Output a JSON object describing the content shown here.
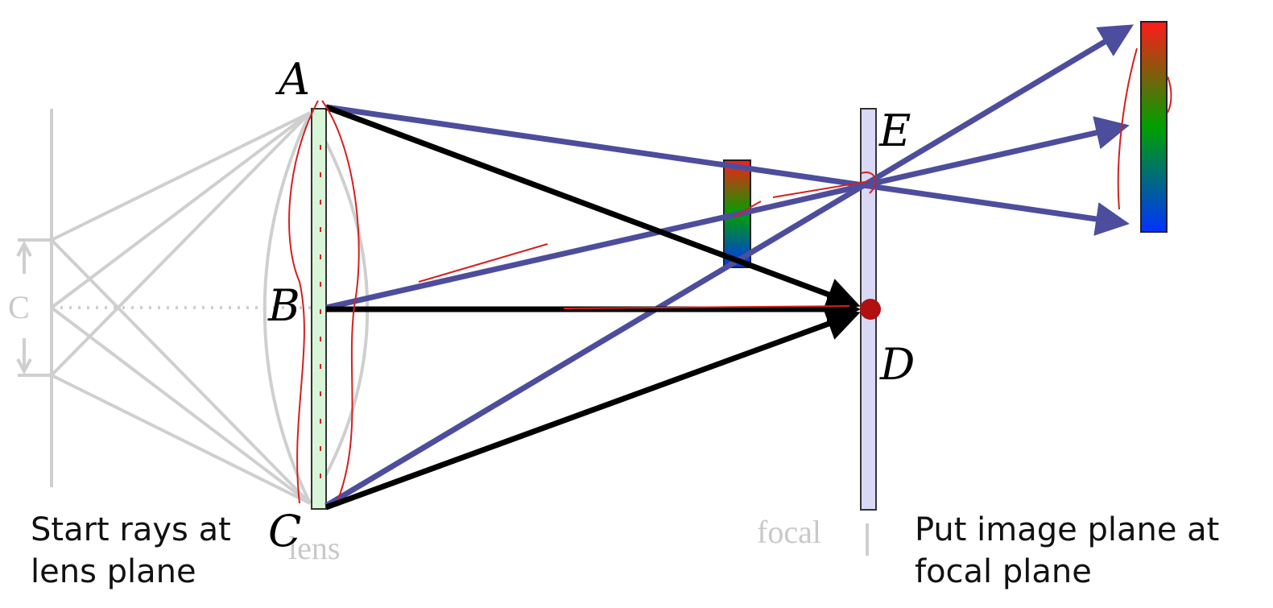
{
  "labels": {
    "A": "A",
    "B": "B",
    "C": "C",
    "D": "D",
    "E": "E"
  },
  "background_labels": {
    "aperture": "C",
    "lens": "lens",
    "focal": "focal"
  },
  "captions": {
    "left": [
      "Start rays at",
      "lens plane"
    ],
    "right": [
      "Put image plane at",
      "focal plane"
    ]
  },
  "colors": {
    "blue_ray": "#4d4d9e",
    "black_ray": "#000000",
    "lens_fill": "#d8f5d8",
    "focal_plane_fill": "#d9d9f5",
    "focus_point": "#b01010",
    "annotation_red": "#d42020",
    "faded_gray": "#c9c9c9",
    "gradient_top": "#ff1a1a",
    "gradient_mid": "#00a000",
    "gradient_bottom": "#0033ff"
  }
}
